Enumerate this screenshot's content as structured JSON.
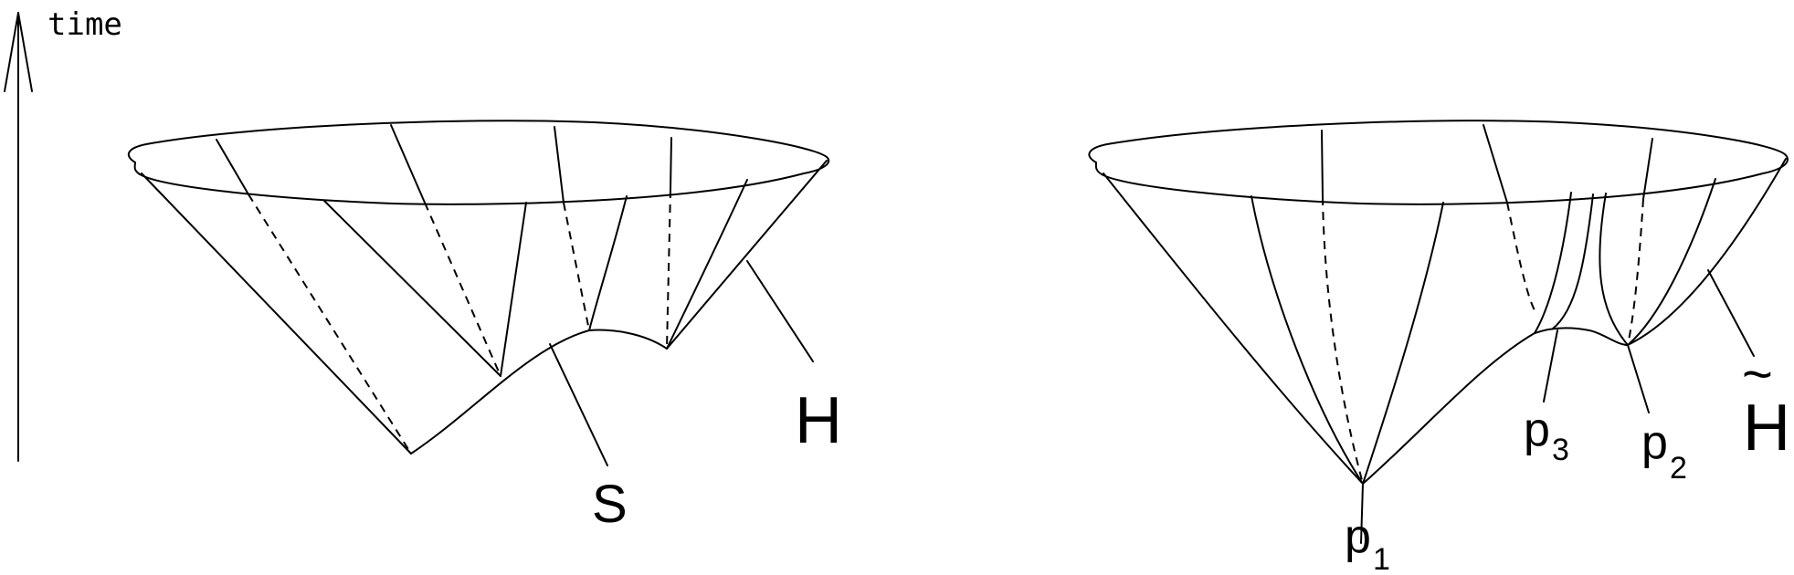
{
  "axis": {
    "label": "time"
  },
  "left_panel": {
    "label_H": "H",
    "label_S": "S"
  },
  "right_panel": {
    "label_H": "H",
    "label_H_accent": "~",
    "label_p1": "p",
    "sub_p1": "1",
    "label_p2": "p",
    "sub_p2": "2",
    "label_p3": "p",
    "sub_p3": "3"
  }
}
